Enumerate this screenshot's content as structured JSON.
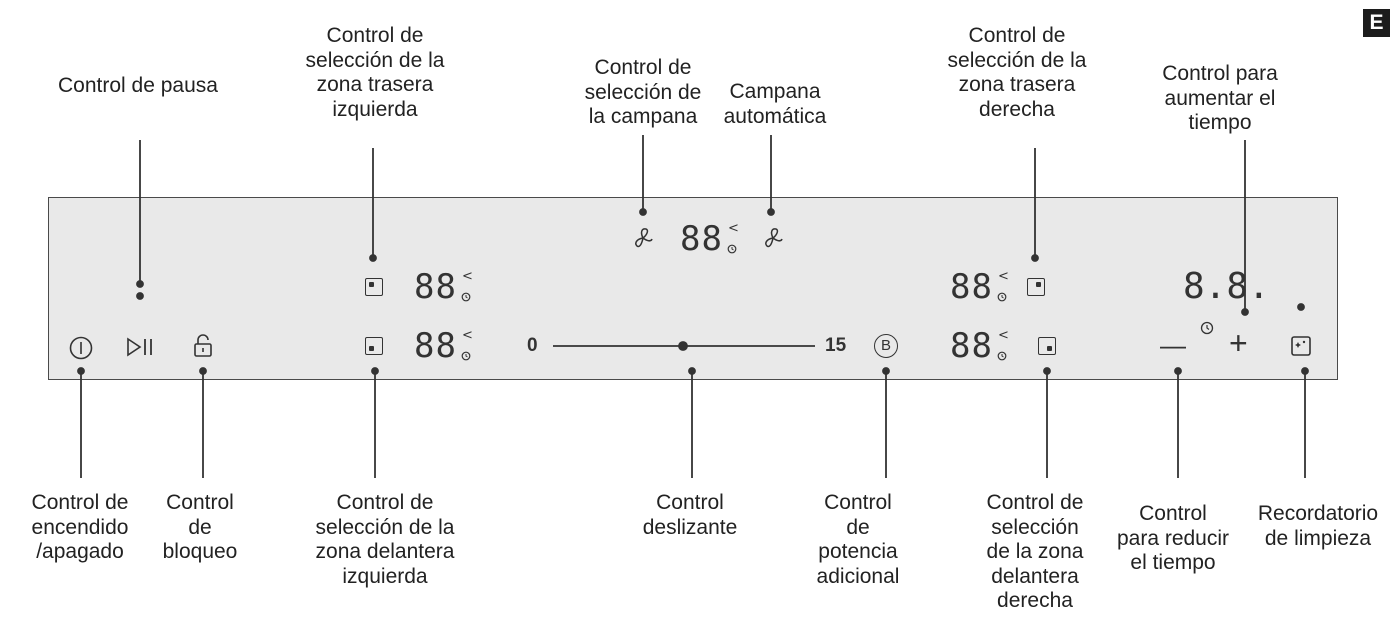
{
  "page_tag": "E",
  "labels": {
    "pause": [
      "Control de pausa"
    ],
    "rear_left": [
      "Control de",
      "selección de la",
      "zona trasera",
      "izquierda"
    ],
    "hood_select": [
      "Control de",
      "selección de",
      "la campana"
    ],
    "hood_auto": [
      "Campana",
      "automática"
    ],
    "rear_right": [
      "Control de",
      "selección de la",
      "zona trasera",
      "derecha"
    ],
    "time_up": [
      "Control para",
      "aumentar el",
      "tiempo"
    ],
    "power": [
      "Control de",
      "encendido",
      "/apagado"
    ],
    "lock": [
      "Control",
      "de",
      "bloqueo"
    ],
    "front_left": [
      "Control de",
      "selección de la",
      "zona delantera",
      "izquierda"
    ],
    "slider": [
      "Control",
      "deslizante"
    ],
    "boost": [
      "Control",
      "de",
      "potencia",
      "adicional"
    ],
    "front_right": [
      "Control de",
      "selección",
      "de la zona",
      "delantera",
      "derecha"
    ],
    "time_down": [
      "Control",
      "para reducir",
      "el tiempo"
    ],
    "cleaning": [
      "Recordatorio",
      "de limpieza"
    ]
  },
  "panel": {
    "display_digits": "88",
    "timer_display": "8.8.",
    "slider_min": "0",
    "slider_max": "15",
    "boost_symbol": "B",
    "timer_minus": "—",
    "timer_plus": "+",
    "indicator_arrow": "<"
  },
  "icons": [
    "power-icon",
    "play-pause-icon",
    "lock-icon",
    "fan-icon",
    "clock-icon",
    "cleaning-reminder-icon"
  ]
}
